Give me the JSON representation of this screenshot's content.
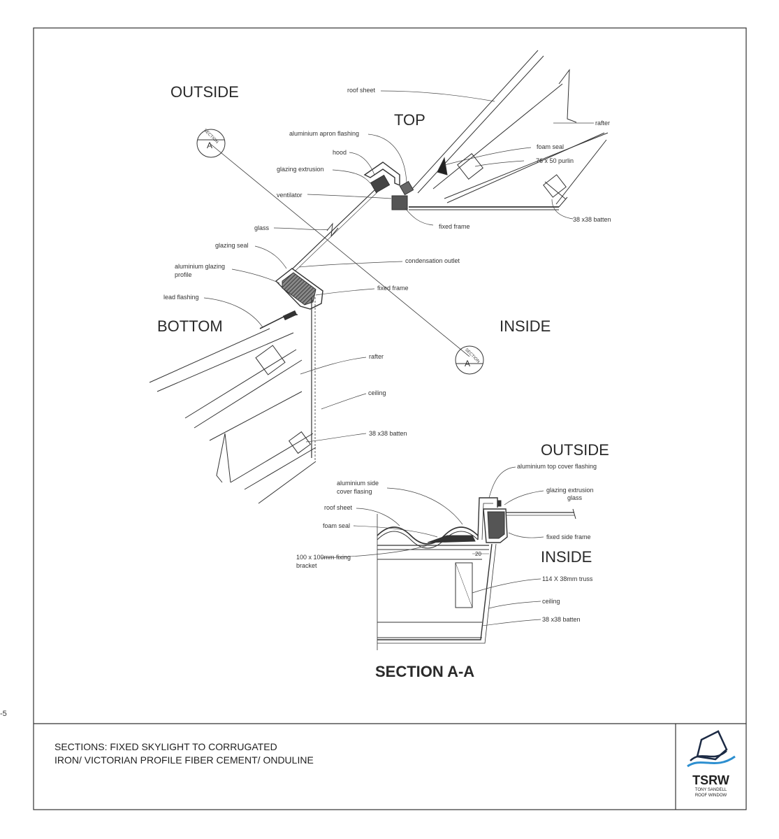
{
  "edge_mark": "-5",
  "diagram": {
    "upper": {
      "heading_outside": "OUTSIDE",
      "heading_top": "TOP",
      "heading_bottom": "BOTTOM",
      "heading_inside": "INSIDE",
      "section_marker_letter": "A",
      "section_marker_word": "SECTION",
      "labels": {
        "roof_sheet": "roof sheet",
        "rafter_top": "rafter",
        "aluminium_apron_flashing": "aluminium apron flashing",
        "hood": "hood",
        "foam_seal": "foam seal",
        "purlin": "76 x 50 purlin",
        "glazing_extrusion": "glazing extrusion",
        "ventilator": "ventilator",
        "fixed_frame_top": "fixed frame",
        "batten_top": "38 x38 batten",
        "glass": "glass",
        "glazing_seal": "glazing seal",
        "condensation_outlet": "condensation outlet",
        "aluminium_glazing_profile_1": "aluminium glazing",
        "aluminium_glazing_profile_2": "profile",
        "fixed_frame_bottom": "fixed frame",
        "lead_flashing": "lead flashing",
        "rafter_bottom": "rafter",
        "ceiling": "ceiling",
        "batten_bottom": "38 x38 batten"
      }
    },
    "section_aa": {
      "heading_outside": "OUTSIDE",
      "heading_inside": "INSIDE",
      "title": "SECTION A-A",
      "dimension": "20",
      "labels": {
        "aluminium_top_cover_flashing": "aluminium top cover flashing",
        "aluminium_side_cover_1": "aluminium side",
        "aluminium_side_cover_2": "cover flasing",
        "glazing_extrusion": "glazing extrusion",
        "glass": "glass",
        "roof_sheet": "roof sheet",
        "foam_seal": "foam seal",
        "fixed_side_frame": "fixed side frame",
        "fixing_bracket_1": "100 x 100mm fixing",
        "fixing_bracket_2": "bracket",
        "truss": "114 X 38mm truss",
        "ceiling": "ceiling",
        "batten": "38 x38 batten"
      }
    }
  },
  "title_block": {
    "line1": "SECTIONS: FIXED SKYLIGHT TO CORRUGATED",
    "line2": "IRON/ VICTORIAN PROFILE FIBER CEMENT/ ONDULINE"
  },
  "logo": {
    "name": "TSRW",
    "sub1": "TONY SANDELL",
    "sub2": "ROOF WINDOW",
    "colors": {
      "dark": "#1c2a44",
      "blue": "#2d8fd0",
      "ink": "#222222"
    }
  }
}
